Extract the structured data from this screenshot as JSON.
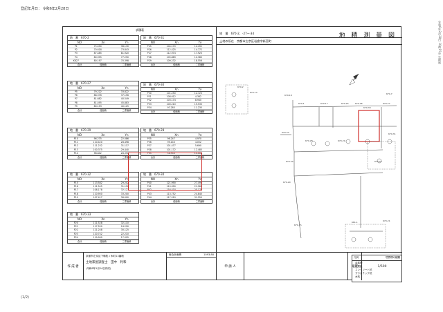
{
  "header": {
    "top_text": "登記年月日： 令和6年2月28日",
    "side_text": "令和6年2月28日 10時15分 法務局",
    "page_num": "(1/2)"
  },
  "survey": {
    "chiban_label": "地　番",
    "chiban_value": "670-2、-27~-34",
    "title": "地 積 測 量 図",
    "location_label": "土地の所在",
    "location_value": "京都市左京区岩倉字新宮町"
  },
  "table_heading": "求積表",
  "tables": [
    {
      "id": "t1",
      "title": "地　番　670-2",
      "cols": [
        "NO",
        "Xn",
        "Yn"
      ],
      "rows": [
        [
          "P1",
          "75.490",
          "38.130"
        ],
        [
          "P2",
          "70.618",
          "73.843"
        ],
        [
          "P3",
          "87.485",
          "81.920"
        ],
        [
          "P4",
          "80.995",
          "77.290"
        ],
        [
          "KB27",
          "80.197",
          "70.398"
        ]
      ],
      "foot": [
        "合計",
        "倍面積",
        "二重面積"
      ]
    },
    {
      "id": "t2",
      "title": "地　番　670-27",
      "cols": [
        "NO",
        "Xn",
        "Yn"
      ],
      "rows": [
        [
          "P5",
          "79.222",
          "33.822"
        ],
        [
          "P6",
          "88.376",
          "37.156"
        ],
        [
          "P7",
          "81.682",
          "40.549"
        ],
        [
          "P8",
          "81.495",
          "45.883"
        ],
        [
          "P9",
          "80.193",
          "40.125"
        ]
      ],
      "foot": [
        "合計",
        "倍面積",
        "二重面積"
      ]
    },
    {
      "id": "t3",
      "title": "地　番　670-29",
      "cols": [
        "NO",
        "Xn",
        "Yn"
      ],
      "rows": [
        [
          "P10",
          "96.275",
          "22.086"
        ],
        [
          "P11",
          "110.420",
          "28.498"
        ],
        [
          "P12",
          "111.232",
          "31.117"
        ],
        [
          "P13",
          "100.375",
          "29.440"
        ],
        [
          "P14",
          "98.842",
          "28.390"
        ]
      ],
      "foot": [
        "合計",
        "倍面積",
        "二重面積"
      ]
    },
    {
      "id": "t4",
      "title": "地　番　670-32",
      "cols": [
        "NO",
        "Xn",
        "Yn"
      ],
      "rows": [
        [
          "P15",
          "113.582",
          "29.202"
        ],
        [
          "P16",
          "111.545",
          "31.152"
        ],
        [
          "P17",
          "108.178",
          "32.127"
        ],
        [
          "P18",
          "110.950",
          "33.200"
        ],
        [
          "P19",
          "107.417",
          "36.000"
        ]
      ],
      "foot": [
        "合計",
        "倍面積",
        "二重面積"
      ]
    },
    {
      "id": "t5",
      "title": "地　番　670-33",
      "cols": [
        "NO",
        "Xn",
        "Yn"
      ],
      "rows": [
        [
          "P20",
          "111.528",
          "32.110"
        ],
        [
          "P21",
          "117.550",
          "24.290"
        ],
        [
          "P22",
          "121.248",
          "30.125"
        ],
        [
          "P23",
          "120.742",
          "22.210"
        ],
        [
          "P24",
          "119.990",
          "17.095"
        ]
      ],
      "foot": [
        "合計",
        "倍面積",
        "二重面積"
      ]
    },
    {
      "id": "t6",
      "title": "地　番　670-31",
      "cols": [
        "NO",
        "Xn",
        "Yn"
      ],
      "rows": [
        [
          "P25",
          "104.170",
          "12.492"
        ],
        [
          "P26",
          "112.425",
          "14.772"
        ],
        [
          "P27",
          "112.974",
          "17.920"
        ],
        [
          "P28",
          "105.869",
          "12.380"
        ],
        [
          "P29",
          "109.232",
          "18.556"
        ]
      ],
      "foot": [
        "合計",
        "倍面積",
        "二重面積"
      ]
    },
    {
      "id": "t7",
      "title": "地　番　670-30",
      "cols": [
        "NO",
        "Xn",
        "Yn"
      ],
      "rows": [
        [
          "P30",
          "101.250",
          "12.720"
        ],
        [
          "P31",
          "108.612",
          "4.382"
        ],
        [
          "P32",
          "103.174",
          "8.940"
        ],
        [
          "P33",
          "100.210",
          "15.530"
        ],
        [
          "P34",
          "97.285",
          "11.235"
        ]
      ],
      "foot": [
        "合計",
        "倍面積",
        "二重面積"
      ]
    },
    {
      "id": "t8",
      "title": "地　番　670-28",
      "cols": [
        "NO",
        "Xn",
        "Yn"
      ],
      "rows": [
        [
          "P35",
          "96.247",
          "4.970"
        ],
        [
          "P36",
          "99.140",
          "4.052"
        ],
        [
          "P37",
          "101.477",
          "5.690"
        ],
        [
          "P38",
          "101.172",
          "12.485"
        ],
        [
          "P39",
          "96.740",
          "11.002"
        ]
      ],
      "foot": [
        "合計",
        "倍面積",
        "二重面積"
      ]
    },
    {
      "id": "t9",
      "title": "地　番　670-34",
      "cols": [
        "NO",
        "Xn",
        "Yn"
      ],
      "rows": [
        [
          "P40",
          "121.990",
          "27.490"
        ],
        [
          "P41",
          "119.990",
          "21.960"
        ],
        [
          "P42",
          "116.474",
          "25.178"
        ],
        [
          "P43",
          "113.752",
          "24.840"
        ],
        [
          "P44",
          "117.510",
          "31.550"
        ]
      ],
      "foot": [
        "合計",
        "倍面積",
        "二重面積"
      ]
    }
  ],
  "map_labels": [
    "670-1",
    "670-13",
    "670-17",
    "670-25",
    "670-26",
    "670-27",
    "670-28",
    "670-29",
    "670-30",
    "670-31",
    "670-32",
    "670-33",
    "670-34",
    "670-7",
    "670-2",
    "670-18",
    "661-1",
    "670-21",
    "670-20",
    "670-15"
  ],
  "legend": {
    "title": "凡例",
    "items": [
      "境界標の種類",
      "金属標",
      "金属鋲",
      "コンクリート杭",
      "プラスチック杭",
      "木杭"
    ]
  },
  "bottom": {
    "maker_label": "作 成 者",
    "maker_address": "京都市左京区下鴨松ノ木町13番地",
    "maker_name": "土地家屋調査士　田中　利和",
    "date": "(令和6年1月24日作成)",
    "applicant_label": "申 請 人",
    "scale_label": "縮尺",
    "scale_value": "1/500",
    "total_area_label": "総合計面積",
    "total_area_value": "1093.88"
  }
}
